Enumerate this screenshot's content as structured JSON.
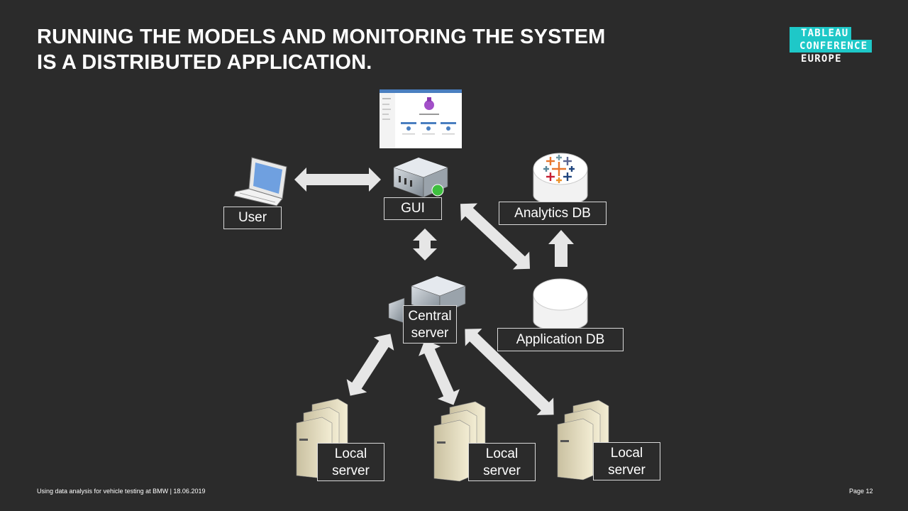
{
  "title_lines": [
    "RUNNING THE MODELS AND MONITORING THE SYSTEM",
    "IS A DISTRIBUTED APPLICATION."
  ],
  "logo": {
    "line1": "TABLEAU",
    "line2": "CONFERENCE",
    "line3": "EUROPE"
  },
  "nodes": {
    "user": "User",
    "gui": "GUI",
    "analytics_db": "Analytics DB",
    "central_server": [
      "Central",
      "server"
    ],
    "application_db": "Application DB",
    "local_server": [
      "Local",
      "server"
    ]
  },
  "footer": {
    "left": "Using data analysis for vehicle testing at BMW  | 18.06.2019",
    "right": "Page 12"
  },
  "colors": {
    "background": "#2b2b2b",
    "arrow": "#e6e6e6",
    "accent": "#1ec8c8"
  }
}
